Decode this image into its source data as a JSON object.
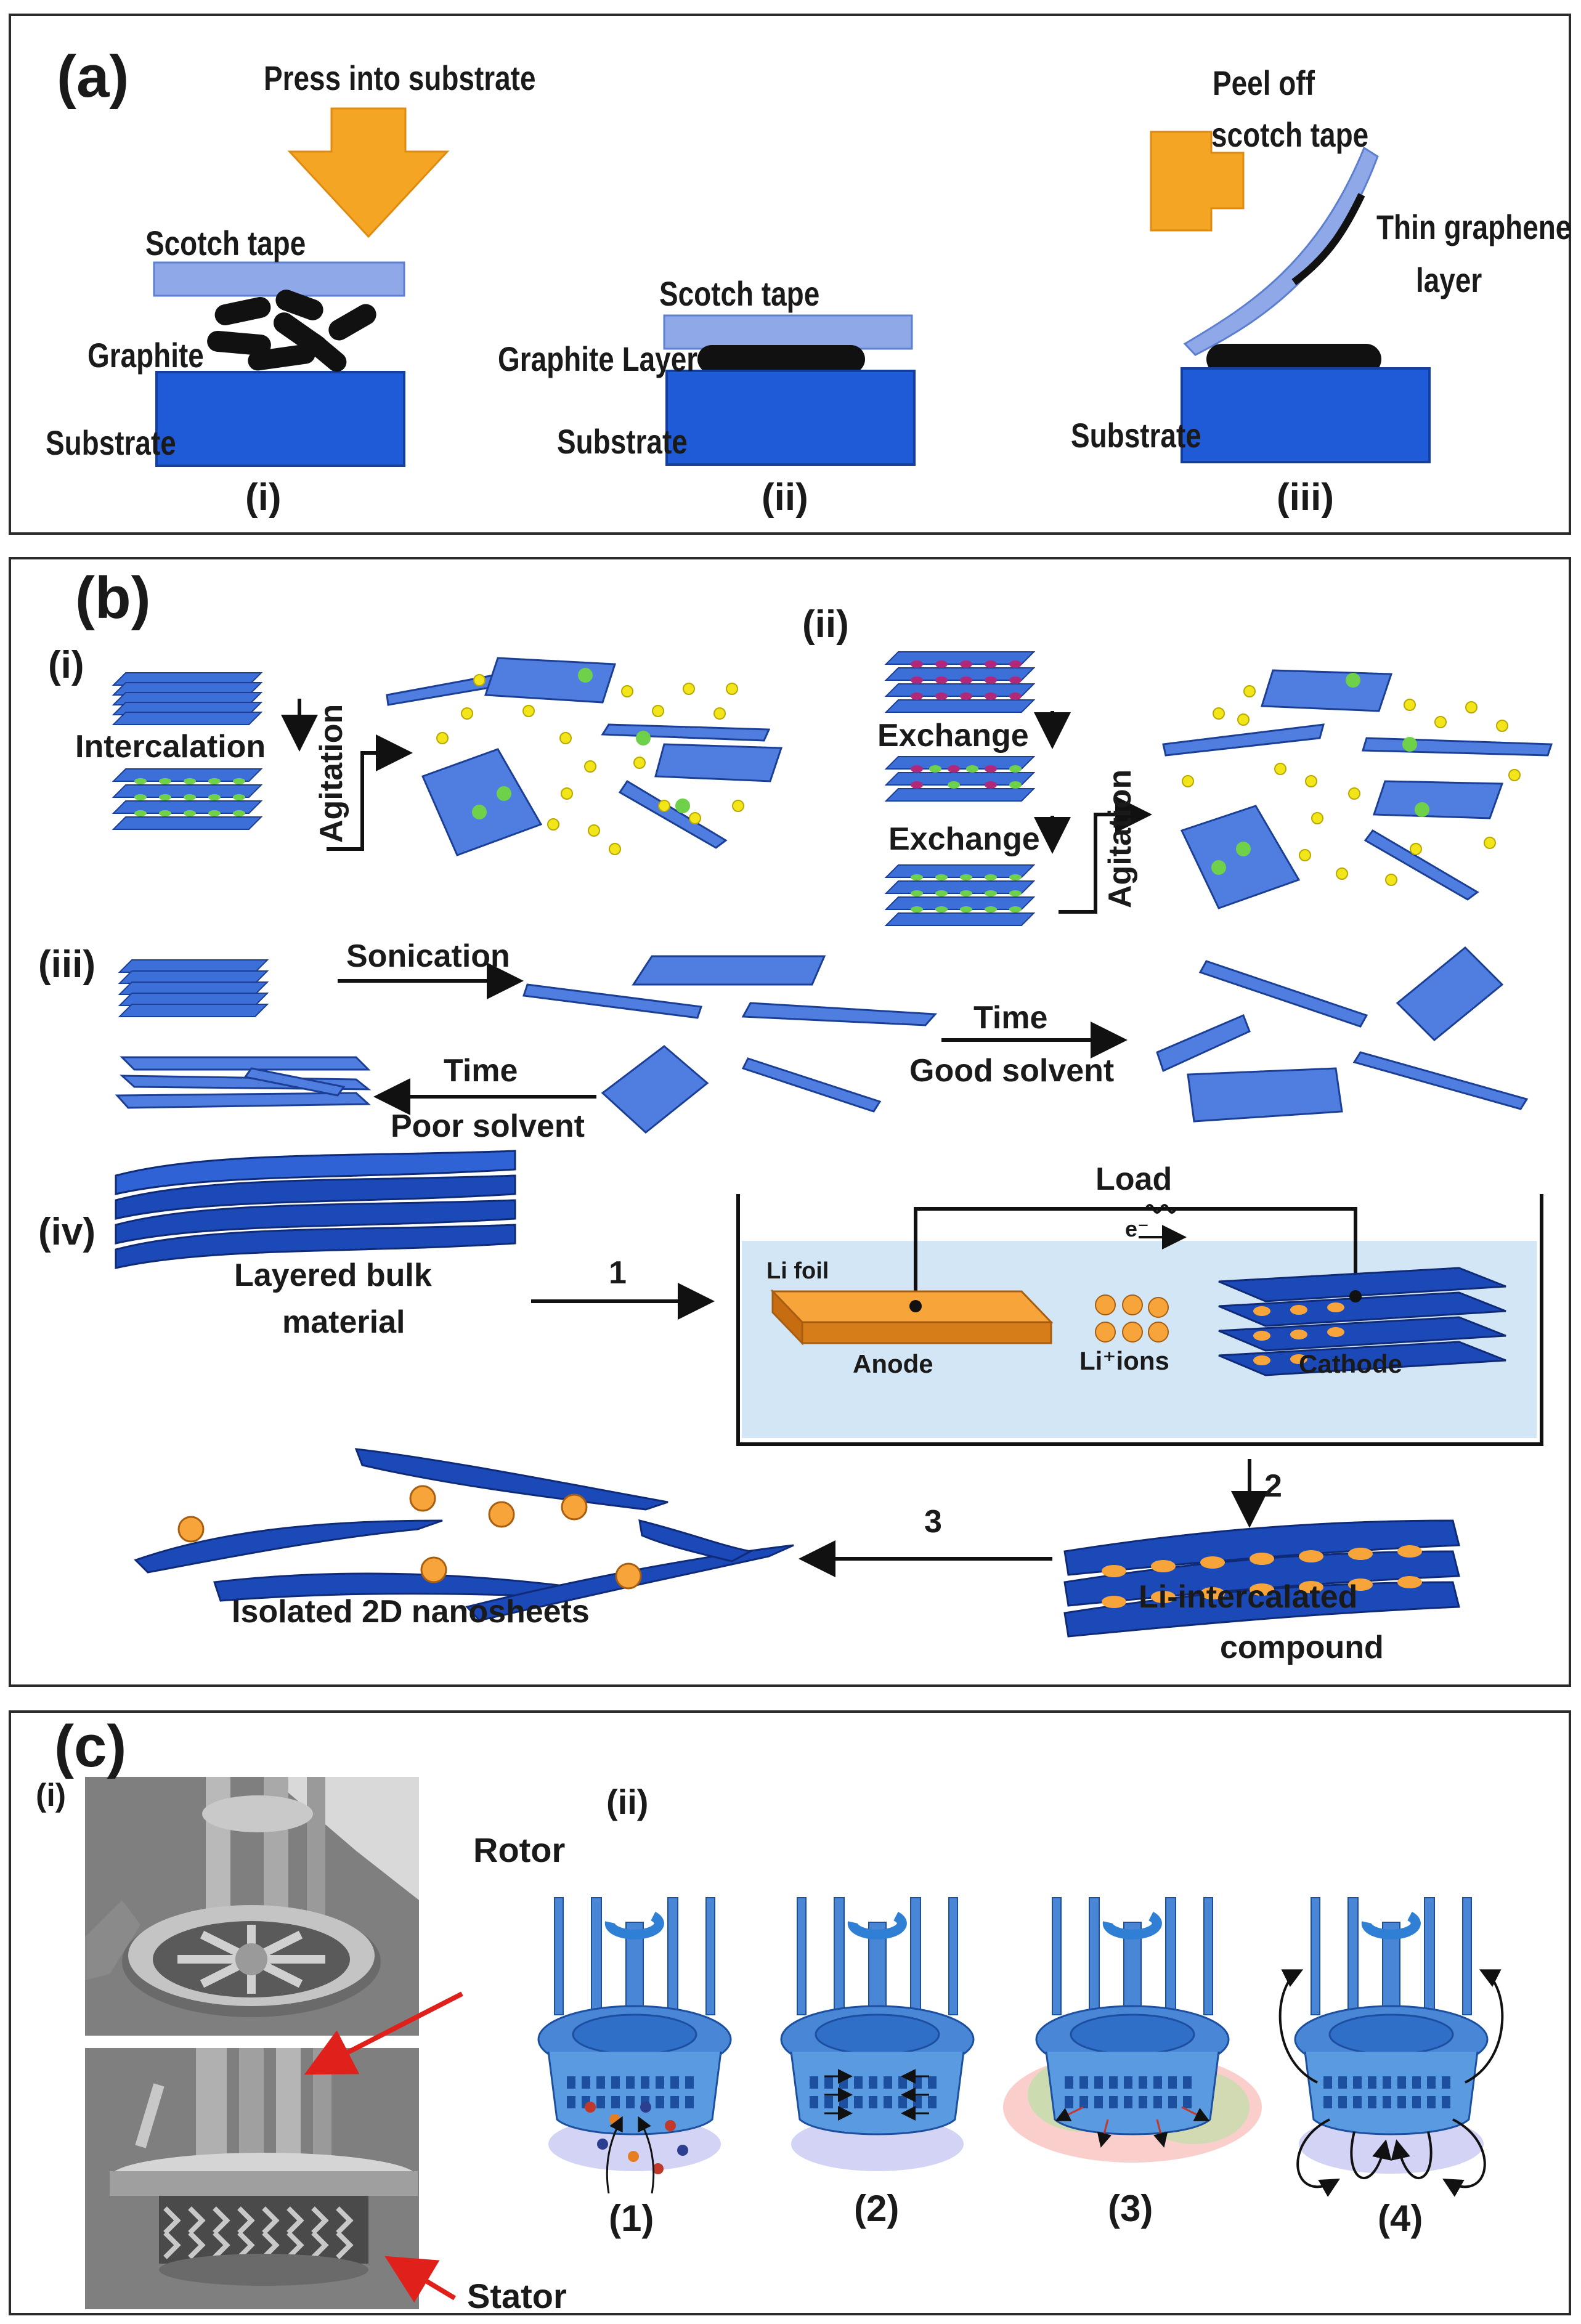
{
  "panel_a": {
    "label": "(a)",
    "arrow_text": "Press into substrate",
    "i": {
      "scotch_tape": "Scotch tape",
      "graphite": "Graphite",
      "substrate": "Substrate",
      "caption": "(i)"
    },
    "ii": {
      "scotch_tape": "Scotch tape",
      "graphite_layer": "Graphite Layer",
      "substrate": "Substrate",
      "caption": "(ii)"
    },
    "iii": {
      "peel_line1": "Peel off",
      "peel_line2": "scotch tape",
      "thin_line1": "Thin graphene",
      "thin_line2": "layer",
      "substrate": "Substrate",
      "caption": "(iii)"
    }
  },
  "panel_b": {
    "label": "(b)",
    "i": {
      "caption": "(i)",
      "intercalation": "Intercalation",
      "agitation": "Agitation"
    },
    "ii": {
      "caption": "(ii)",
      "exchange1": "Exchange",
      "exchange2": "Exchange",
      "agitation": "Agitation"
    },
    "iii": {
      "caption": "(iii)",
      "sonication": "Sonication",
      "time_good": "Time",
      "good_solvent": "Good solvent",
      "time_poor": "Time",
      "poor_solvent": "Poor solvent"
    },
    "iv": {
      "caption": "(iv)",
      "layered_line1": "Layered bulk",
      "layered_line2": "material",
      "step1": "1",
      "step2": "2",
      "step3": "3",
      "load": "Load",
      "electron": "e⁻",
      "li_foil": "Li foil",
      "anode": "Anode",
      "li_ions": "Li⁺ions",
      "cathode": "Cathode",
      "li_intercalated_line1": "Li-intercalated",
      "li_intercalated_line2": "compound",
      "isolated": "Isolated 2D nanosheets"
    }
  },
  "panel_c": {
    "label": "(c)",
    "i": {
      "caption": "(i)",
      "rotor": "Rotor",
      "stator": "Stator"
    },
    "ii": {
      "caption": "(ii)",
      "stages": [
        "(1)",
        "(2)",
        "(3)",
        "(4)"
      ]
    }
  },
  "colors": {
    "substrate_blue": "#1f5bd6",
    "tape_blue": "#8fa8e8",
    "arrow_orange": "#f5a524",
    "sheet_blue": "#3c6fd8",
    "deep_blue": "#1c49b8",
    "red_arrow": "#e0201b"
  }
}
